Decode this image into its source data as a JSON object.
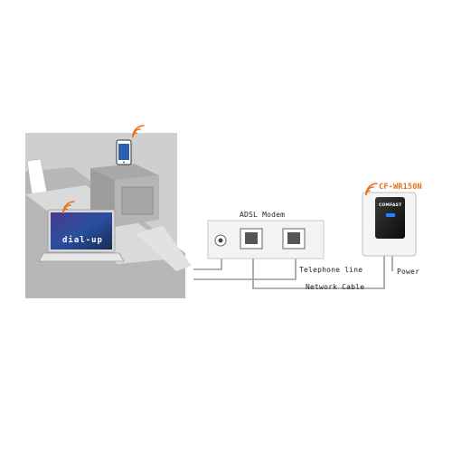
{
  "labels": {
    "laptop_screen": "dial-up",
    "modem": "ADSL Modem",
    "telephone_line": "Telephone line",
    "network_cable": "Network Cable",
    "power": "Power",
    "repeater_model": "CF-WR150N",
    "repeater_brand": "COMFAST"
  },
  "colors": {
    "wifi": "#e8711a",
    "model_text": "#e8711a",
    "room_wall": "#c9c9c9",
    "floor": "#d6d6d6",
    "cable": "#999999",
    "repeater_led": "#2a7fff"
  },
  "icons": [
    "wifi-icon",
    "phone-icon",
    "laptop-icon",
    "modem-icon",
    "wall-socket-icon",
    "repeater-icon"
  ]
}
